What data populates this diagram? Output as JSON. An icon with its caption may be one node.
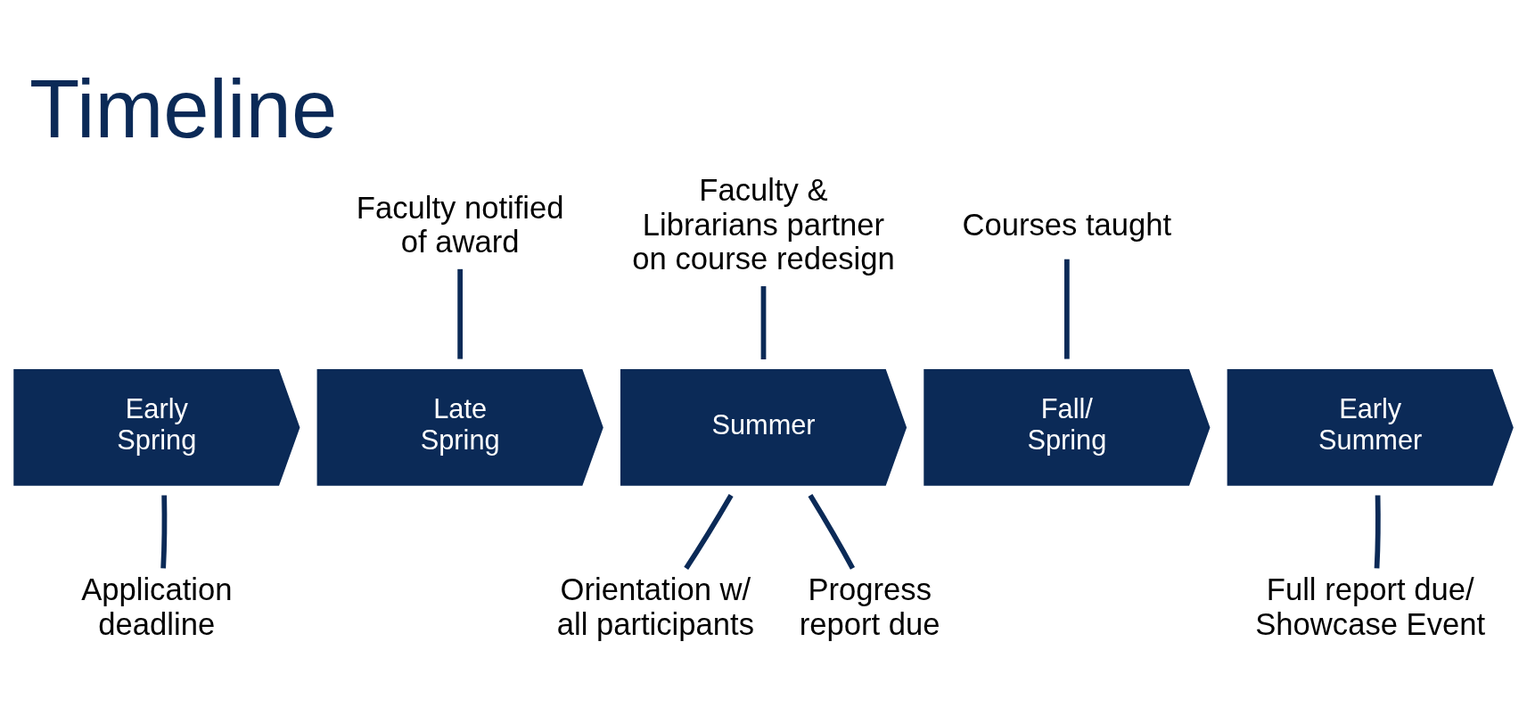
{
  "diagram": {
    "title": "Timeline",
    "nodes": [
      {
        "text": [
          "Early Spring"
        ]
      },
      {
        "text": [
          "Late Spring"
        ]
      },
      {
        "text": [
          "Summer"
        ]
      },
      {
        "text": [
          "Fall/ Spring"
        ]
      },
      {
        "text": [
          "Early Summer"
        ]
      },
      {
        "text": [
          "Faculty notified of award"
        ]
      },
      {
        "text": [
          "Faculty & Librarians partner on course redesign"
        ]
      },
      {
        "text": [
          "Courses taught"
        ]
      },
      {
        "text": [
          "Application deadline"
        ]
      },
      {
        "text": [
          "Orientation w/ all participants"
        ]
      },
      {
        "text": [
          "Progress report due"
        ]
      },
      {
        "text": [
          "Full report due/ Showcase Event"
        ]
      }
    ],
    "edges": [
      {
        "from": 5,
        "to": 1,
        "arrow": "none"
      },
      {
        "from": 6,
        "to": 2,
        "arrow": "none"
      },
      {
        "from": 7,
        "to": 3,
        "arrow": "none"
      },
      {
        "from": 8,
        "to": 0,
        "arrow": "none"
      },
      {
        "from": 9,
        "to": 2,
        "arrow": "none"
      },
      {
        "from": 10,
        "to": 2,
        "arrow": "none"
      },
      {
        "from": 11,
        "to": 4,
        "arrow": "none"
      }
    ]
  }
}
